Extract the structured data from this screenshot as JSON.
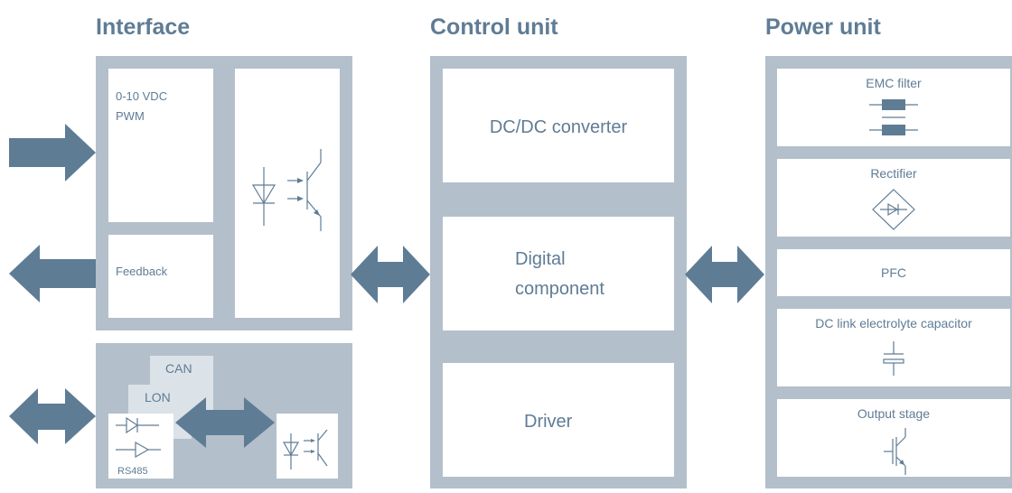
{
  "headings": {
    "interface": "Interface",
    "control": "Control unit",
    "power": "Power unit"
  },
  "interface": {
    "signal_line1": "0-10 VDC",
    "signal_line2": "PWM",
    "feedback": "Feedback",
    "bus_can": "CAN",
    "bus_lon": "LON",
    "bus_rs485": "RS485"
  },
  "control": {
    "dcdc": "DC/DC converter",
    "digital_line1": "Digital",
    "digital_line2": "component",
    "driver": "Driver"
  },
  "power": {
    "emc": "EMC filter",
    "rectifier": "Rectifier",
    "pfc": "PFC",
    "dclink": "DC link electrolyte capacitor",
    "output": "Output stage"
  },
  "colors": {
    "panel": "#b3c0cb",
    "box": "#ffffff",
    "box_light": "#dbe2e8",
    "arrow": "#5f7c95",
    "text": "#5f7c95"
  },
  "icons": {
    "in_arrow": "arrow-right-icon",
    "out_arrow": "arrow-left-icon",
    "bidirectional": "double-arrow-icon",
    "optocoupler": "optocoupler-icon",
    "emc": "emc-filter-icon",
    "rectifier": "rectifier-bridge-icon",
    "capacitor": "capacitor-icon",
    "igbt": "igbt-icon"
  }
}
